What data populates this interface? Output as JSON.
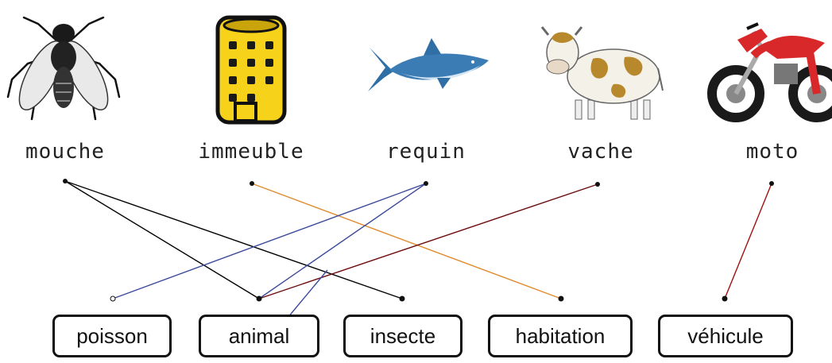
{
  "words": [
    {
      "id": "mouche",
      "label": "mouche"
    },
    {
      "id": "immeuble",
      "label": "immeuble"
    },
    {
      "id": "requin",
      "label": "requin"
    },
    {
      "id": "vache",
      "label": "vache"
    },
    {
      "id": "moto",
      "label": "moto"
    }
  ],
  "categories": [
    {
      "id": "poisson",
      "label": "poisson"
    },
    {
      "id": "animal",
      "label": "animal"
    },
    {
      "id": "insecte",
      "label": "insecte"
    },
    {
      "id": "habitation",
      "label": "habitation"
    },
    {
      "id": "vehicule",
      "label": "véhicule"
    }
  ],
  "links": [
    {
      "from": "mouche",
      "to": "animal",
      "color": "#000000"
    },
    {
      "from": "mouche",
      "to": "insecte",
      "color": "#000000"
    },
    {
      "from": "immeuble",
      "to": "habitation",
      "color": "#e08a2c"
    },
    {
      "from": "requin",
      "to": "poisson",
      "color": "#3b4a9a"
    },
    {
      "from": "requin",
      "to": "animal",
      "color": "#3b4a9a"
    },
    {
      "from": "vache",
      "to": "animal",
      "color": "#6b0b0b"
    },
    {
      "from": "moto",
      "to": "vehicule",
      "color": "#a01010"
    }
  ],
  "colors": {
    "building": "#f7d21a",
    "shark": "#2f6fa6",
    "moto": "#d8282a",
    "cow_spot": "#b8892c"
  }
}
